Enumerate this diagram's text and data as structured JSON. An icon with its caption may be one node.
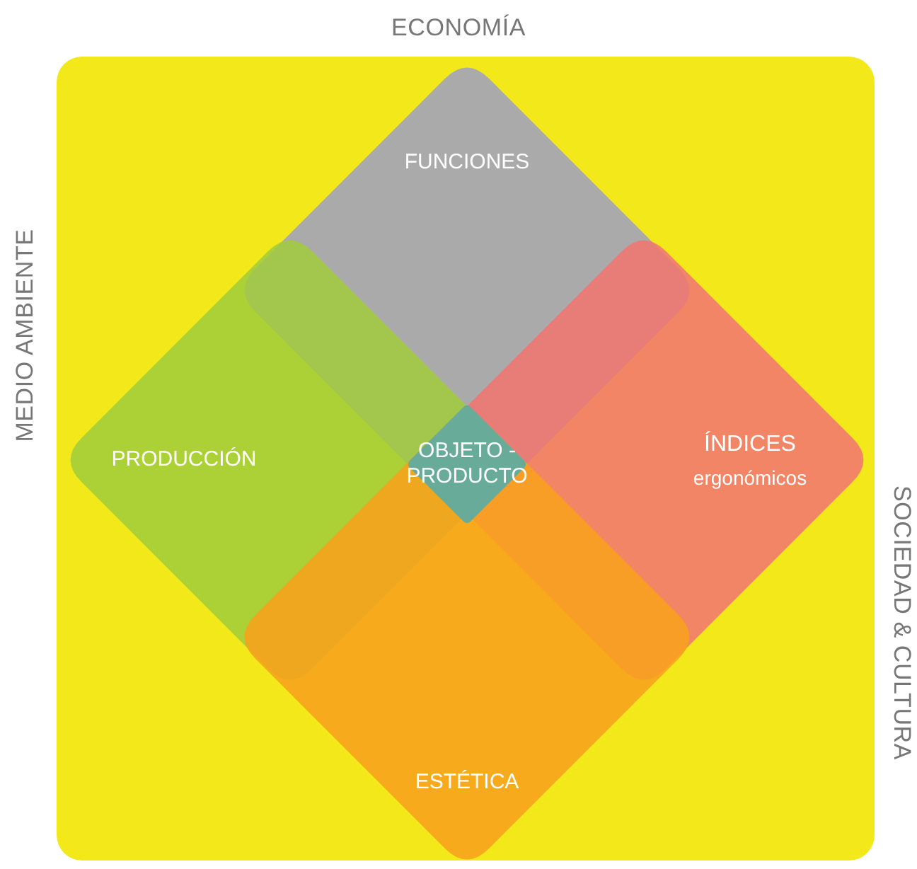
{
  "diagram": {
    "nodes": [
      {
        "text": [
          "FUNCIONES"
        ]
      },
      {
        "text": [
          "PRODUCCIÓN"
        ]
      },
      {
        "text": [
          "ÍNDICES",
          "ergonómicos"
        ]
      },
      {
        "text": [
          "ESTÉTICA"
        ]
      },
      {
        "text": [
          "OBJETO - PRODUCTO"
        ]
      }
    ],
    "edges": [],
    "labels": [
      "ECONOMÍA",
      "MEDIO AMBIENTE",
      "SOCIEDAD & CULTURA"
    ]
  }
}
